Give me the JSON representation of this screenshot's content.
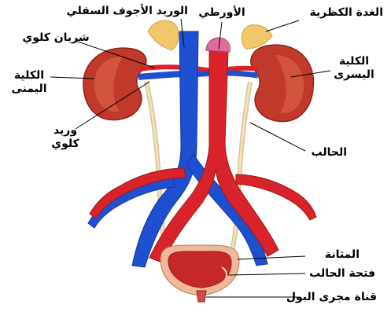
{
  "diagram": {
    "labels": {
      "adrenal_gland": "الغدة الكظرية",
      "inferior_vena_cava": "الوريد الأجوف السفلي",
      "aorta": "الأورطي",
      "renal_artery": "شريان كلوي",
      "left_kidney": "الكلية اليسرى",
      "right_kidney": "الكلية اليمنى",
      "renal_vein": "وريد كلوي",
      "ureter": "الحالب",
      "bladder": "المثانة",
      "ureter_opening": "فتحة الحالب",
      "urethra": "قناة مجرى البول"
    },
    "colors": {
      "kidney": "#c0392b",
      "kidney_inner": "#e06a4f",
      "adrenal": "#f2c66b",
      "vein": "#1f4fd1",
      "artery": "#d8232a",
      "ureter": "#e9d6a8",
      "bladder": "#c62828",
      "bladder_wall": "#f0b79a"
    }
  }
}
